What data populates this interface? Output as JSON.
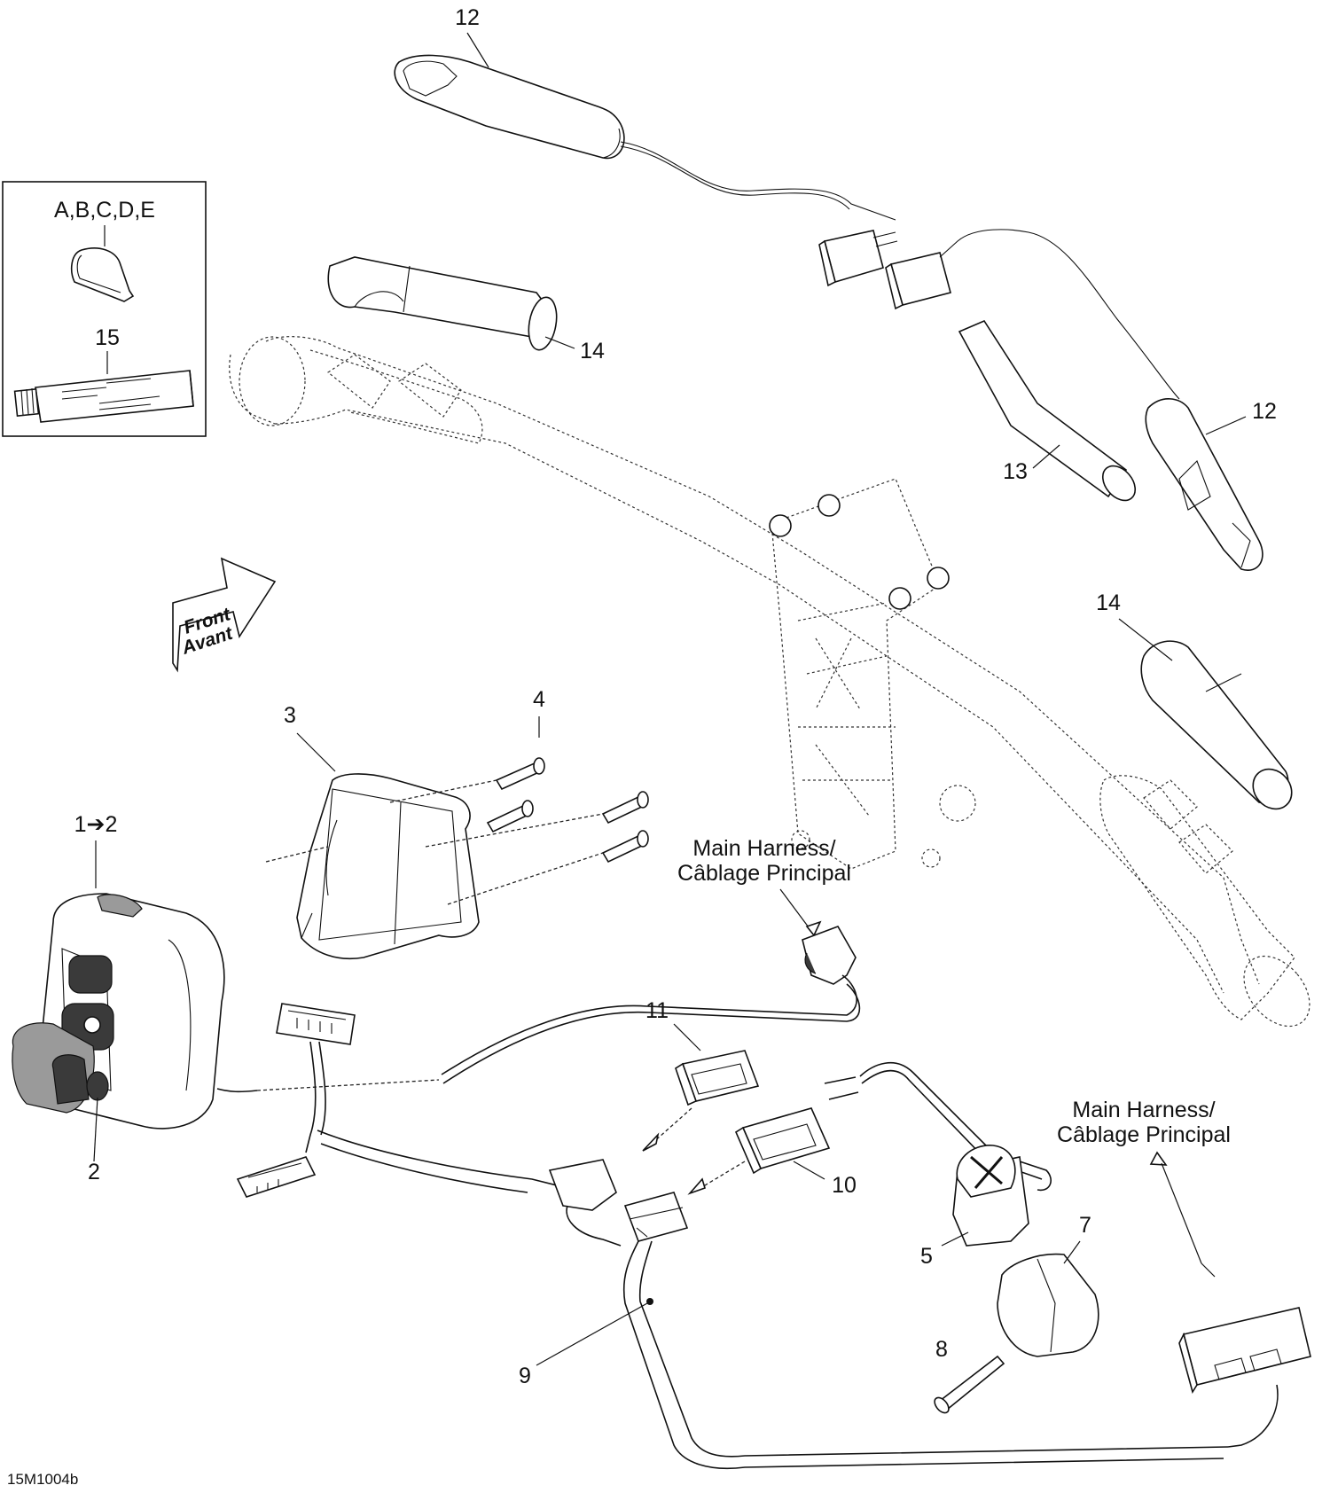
{
  "diagram": {
    "code": "15M1004b",
    "kit_label": "A,B,C,D,E",
    "front_arrow": {
      "line1": "Front",
      "line2": "Avant"
    },
    "notes": [
      {
        "id": "note-main-harness-1",
        "line1": "Main Harness/",
        "line2": "Câblage Principal"
      },
      {
        "id": "note-main-harness-2",
        "line1": "Main Harness/",
        "line2": "Câblage Principal"
      }
    ],
    "callouts": [
      {
        "id": "callout-12a",
        "text": "12"
      },
      {
        "id": "callout-14a",
        "text": "14"
      },
      {
        "id": "callout-15",
        "text": "15"
      },
      {
        "id": "callout-13",
        "text": "13"
      },
      {
        "id": "callout-12b",
        "text": "12"
      },
      {
        "id": "callout-14b",
        "text": "14"
      },
      {
        "id": "callout-4",
        "text": "4"
      },
      {
        "id": "callout-3",
        "text": "3"
      },
      {
        "id": "callout-1-2",
        "text": "1➔2"
      },
      {
        "id": "callout-2",
        "text": "2"
      },
      {
        "id": "callout-11",
        "text": "11"
      },
      {
        "id": "callout-10",
        "text": "10"
      },
      {
        "id": "callout-5",
        "text": "5"
      },
      {
        "id": "callout-7",
        "text": "7"
      },
      {
        "id": "callout-8",
        "text": "8"
      },
      {
        "id": "callout-9",
        "text": "9"
      }
    ]
  }
}
